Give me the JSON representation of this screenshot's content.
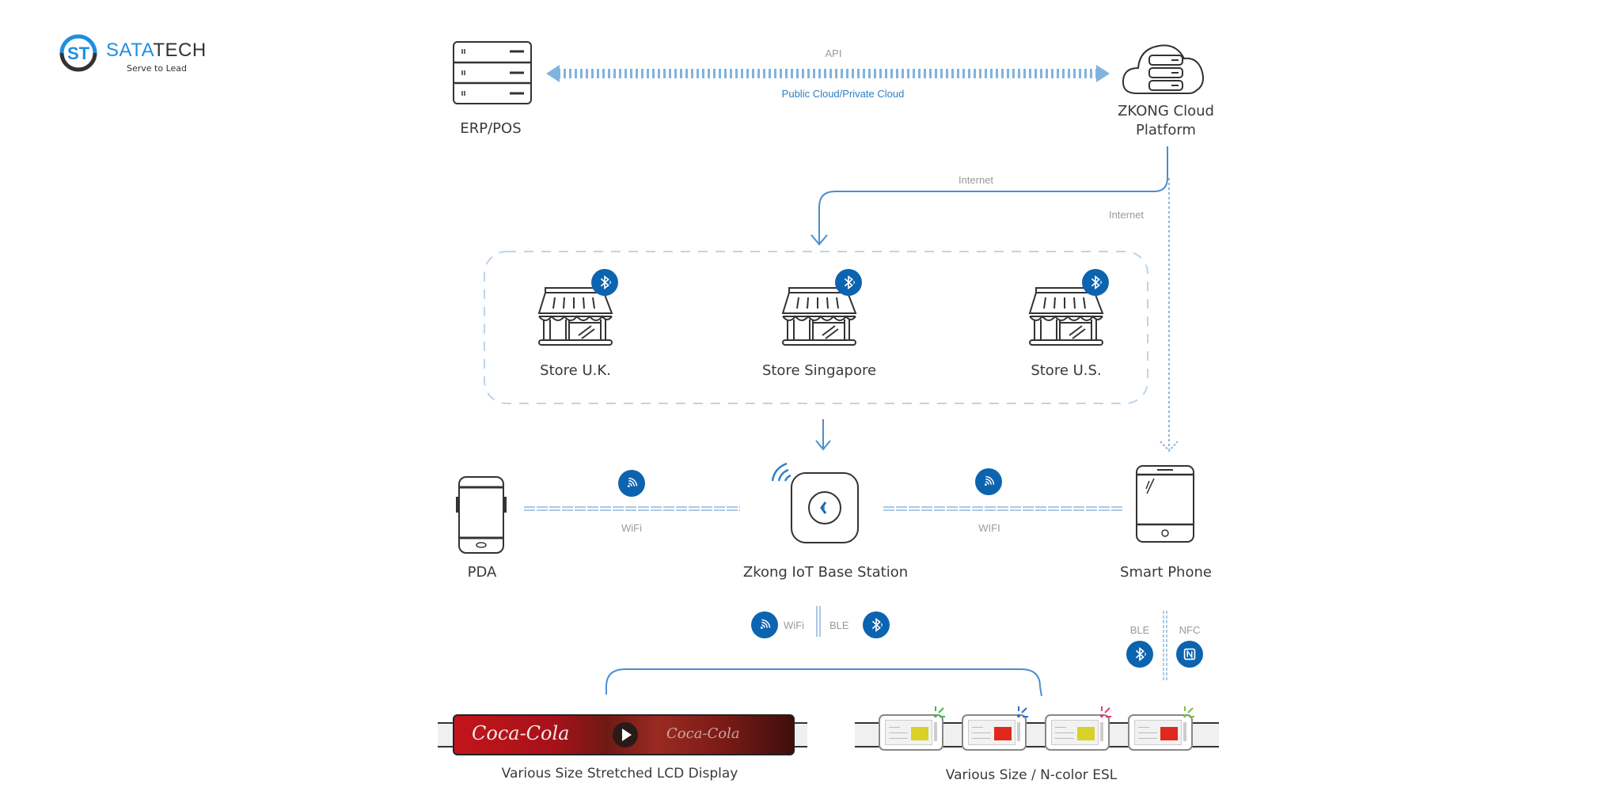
{
  "brand": {
    "name_part1": "SATA",
    "name_part2": "TECH",
    "tagline": "Serve to Lead",
    "logo_mark": "ST",
    "accent": "#1f8ee0"
  },
  "colors": {
    "accent_blue": "#0c64b0",
    "line_blue": "#4a8fd0",
    "dash_blue": "#b9d3ea",
    "esl_yellow": "#d9d02a",
    "esl_red": "#e0281e"
  },
  "nodes": {
    "erp": {
      "label": "ERP/POS",
      "icon": "server-rack-icon"
    },
    "cloud": {
      "label_line1": "ZKONG Cloud",
      "label_line2": "Platform",
      "icon": "cloud-server-icon"
    },
    "stores": [
      {
        "label": "Store U.K.",
        "icon": "storefront-icon",
        "badge": "bluetooth-icon"
      },
      {
        "label": "Store Singapore",
        "icon": "storefront-icon",
        "badge": "bluetooth-icon"
      },
      {
        "label": "Store U.S.",
        "icon": "storefront-icon",
        "badge": "bluetooth-icon"
      }
    ],
    "pda": {
      "label": "PDA",
      "icon": "pda-device-icon"
    },
    "base_station": {
      "label": "Zkong IoT Base Station",
      "icon": "base-station-icon"
    },
    "smart_phone": {
      "label": "Smart Phone",
      "icon": "smartphone-icon"
    },
    "lcd": {
      "label": "Various Size Stretched LCD Display",
      "brand_text": "Coca-Cola"
    },
    "esl": {
      "label": "Various Size / N-color ESL",
      "tags": [
        {
          "swatch": "#d9d02a",
          "led": "#4bb34b"
        },
        {
          "swatch": "#e0281e",
          "led": "#2a6fc0"
        },
        {
          "swatch": "#d9d02a",
          "led": "#e03a7a"
        },
        {
          "swatch": "#e0281e",
          "led": "#7bc04a"
        }
      ]
    }
  },
  "links": {
    "api": {
      "top": "API",
      "bottom": "Public Cloud/Private Cloud"
    },
    "internet_stores": "Internet",
    "internet_phone": "Internet",
    "pda_wifi": "WiFi",
    "phone_wifi": "WIFI",
    "station_down": {
      "left": "WiFi",
      "right": "BLE"
    },
    "phone_down": {
      "left": "BLE",
      "right": "NFC"
    }
  }
}
